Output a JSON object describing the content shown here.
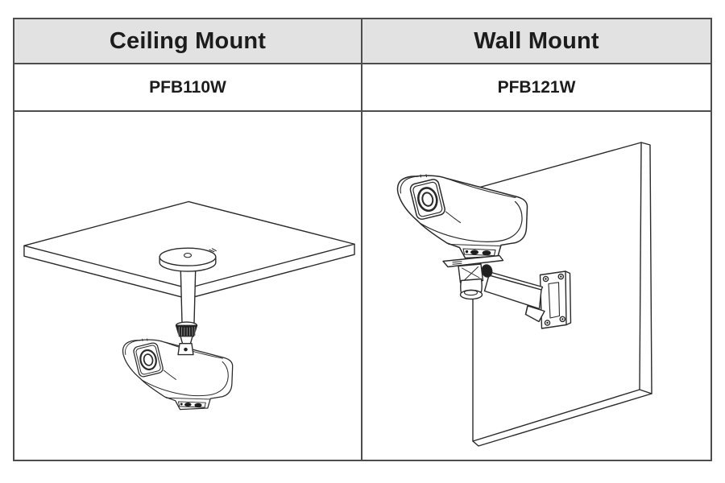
{
  "table": {
    "columns": [
      {
        "header": "Ceiling Mount",
        "model": "PFB110W",
        "illustration": {
          "name": "ceiling-mount-diagram",
          "components": [
            "ceiling-panel",
            "round-mount-base",
            "drop-pole",
            "knurled-adjuster-knob",
            "bullet-camera"
          ]
        }
      },
      {
        "header": "Wall Mount",
        "model": "PFB121W",
        "illustration": {
          "name": "wall-mount-diagram",
          "components": [
            "wall-panel",
            "wall-bracket-plate",
            "bracket-arm",
            "pivot-joint",
            "bullet-camera"
          ]
        }
      }
    ]
  },
  "colors": {
    "header_bg": "#e2e2e2",
    "table_border": "#4d4d4d",
    "line_art": "#2a2a2a",
    "text": "#1c1c1c",
    "background": "#ffffff"
  }
}
